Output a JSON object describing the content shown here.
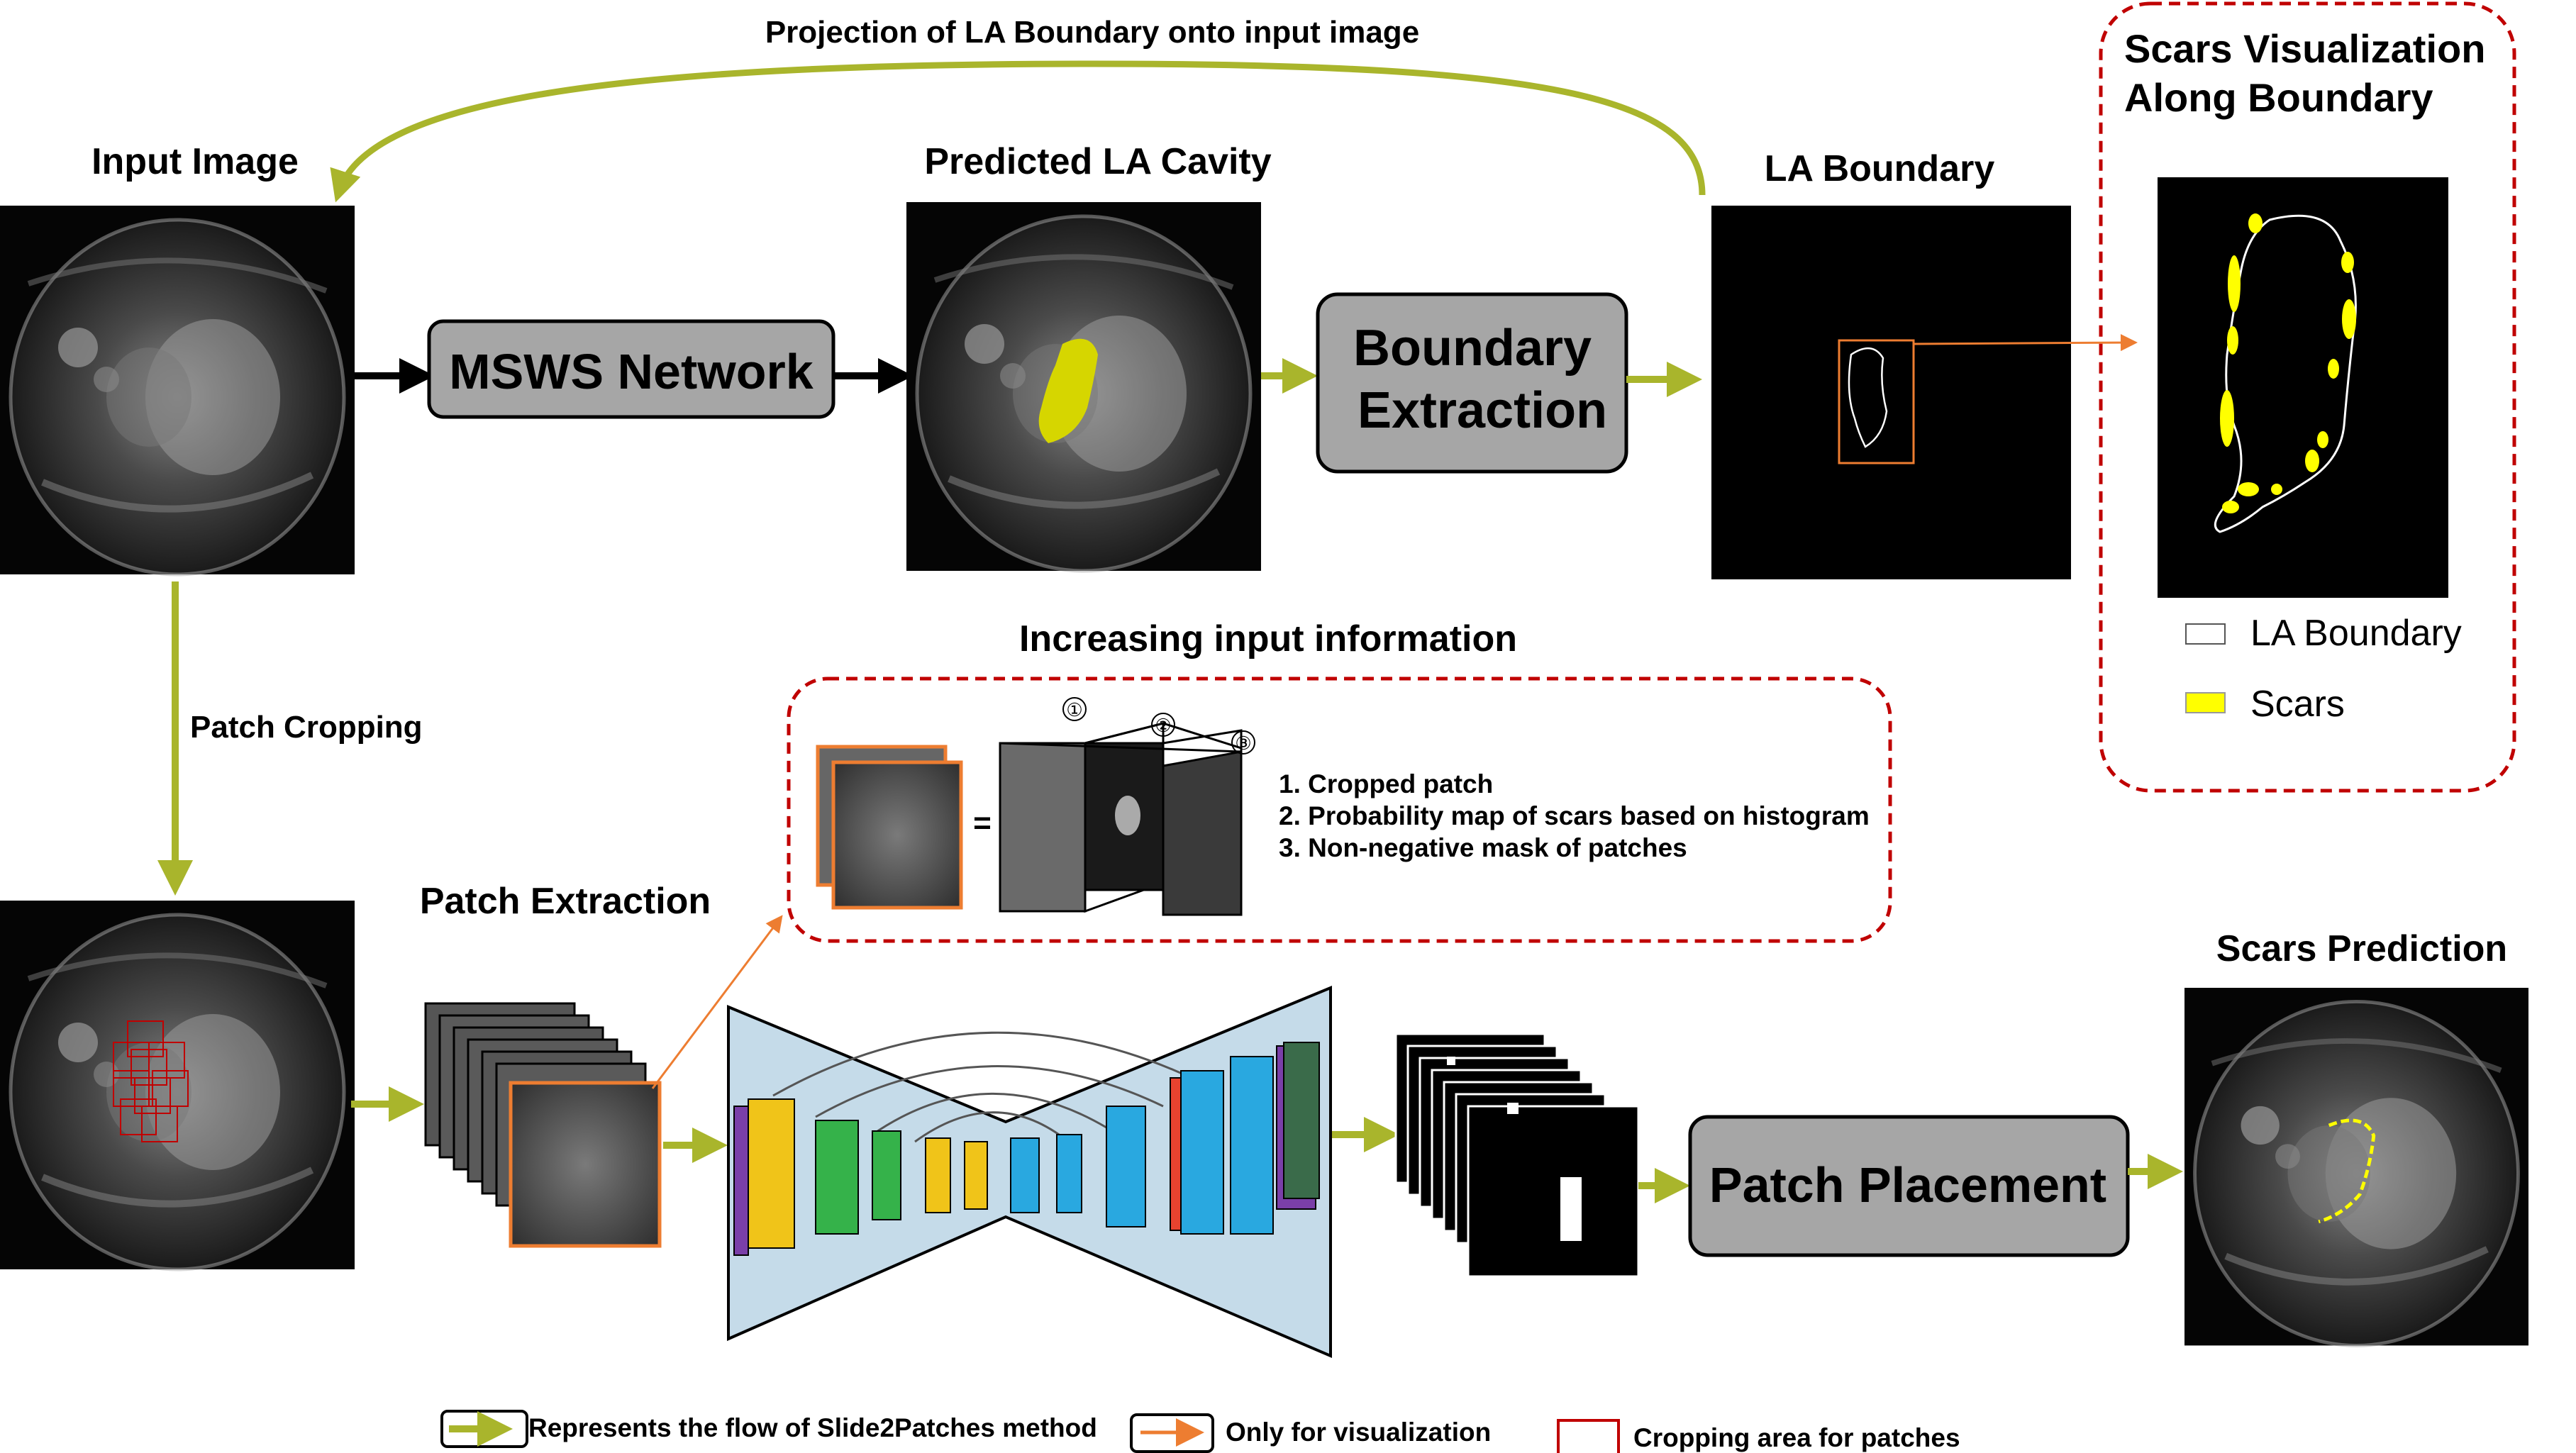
{
  "labels": {
    "input_image": "Input Image",
    "predicted_la_cavity": "Predicted LA Cavity",
    "la_boundary": "LA Boundary",
    "projection": "Projection of LA Boundary onto input image",
    "scars_visualization_line1": "Scars Visualization",
    "scars_visualization_line2": "Along Boundary",
    "patch_cropping": "Patch Cropping",
    "patch_extraction": "Patch Extraction",
    "increasing_input": "Increasing input information",
    "scars_prediction": "Scars Prediction"
  },
  "boxes": {
    "msws_network": "MSWS Network",
    "boundary_extraction_line1": "Boundary",
    "boundary_extraction_line2": "Extraction",
    "patch_placement": "Patch Placement"
  },
  "scar_legend": {
    "boundary": "LA Boundary",
    "scars": "Scars"
  },
  "input_info": {
    "equals": "=",
    "slice_markers": [
      "①",
      "②",
      "③"
    ],
    "items": [
      "1. Cropped patch",
      "2. Probability map of scars based on histogram",
      "3. Non-negative mask of patches"
    ]
  },
  "legend": {
    "flow": "Represents the flow of Slide2Patches method",
    "visualization": "Only for visualization",
    "cropping": "Cropping area for patches"
  },
  "colors": {
    "flow_arrow": "#a9b52c",
    "viz_arrow": "#ed7d31",
    "process_box": "#a6a6a6",
    "dashed_frame": "#c00000",
    "scar": "#ffff00",
    "cropping_box": "#c00000"
  }
}
